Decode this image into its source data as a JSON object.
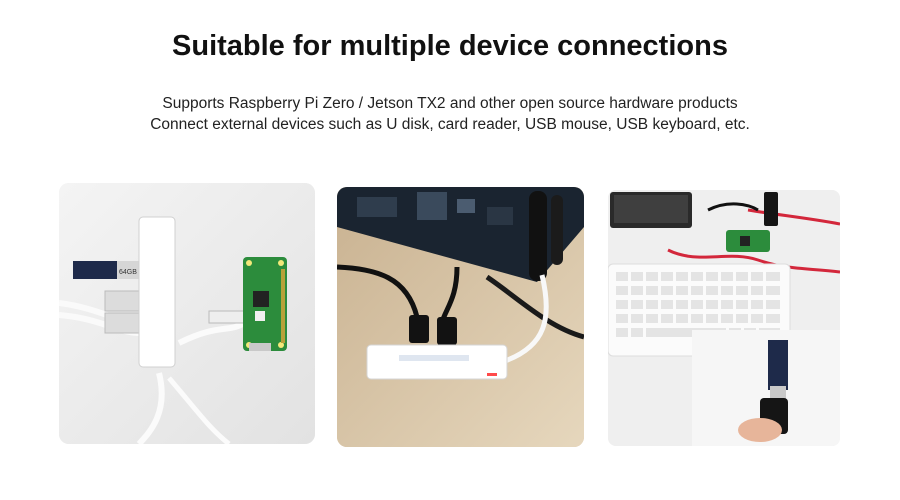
{
  "header": {
    "title": "Suitable for multiple device connections",
    "line1": "Supports Raspberry Pi Zero / Jetson TX2 and other open source hardware products",
    "line2": "Connect external devices such as U disk, card reader, USB mouse, USB keyboard, etc."
  },
  "photos": [
    {
      "id": "hub-pi-zero",
      "subject": "USB hub connected to Raspberry Pi Zero with USB drive",
      "drive_label": "64GB"
    },
    {
      "id": "hub-jetson",
      "subject": "USB hub connected to Jetson TX2 board"
    },
    {
      "id": "hub-keyboard",
      "subject": "Keyboard, Pi Zero and USB drive connected"
    }
  ],
  "colors": {
    "title": "#111111",
    "text": "#222222",
    "background": "#ffffff"
  }
}
